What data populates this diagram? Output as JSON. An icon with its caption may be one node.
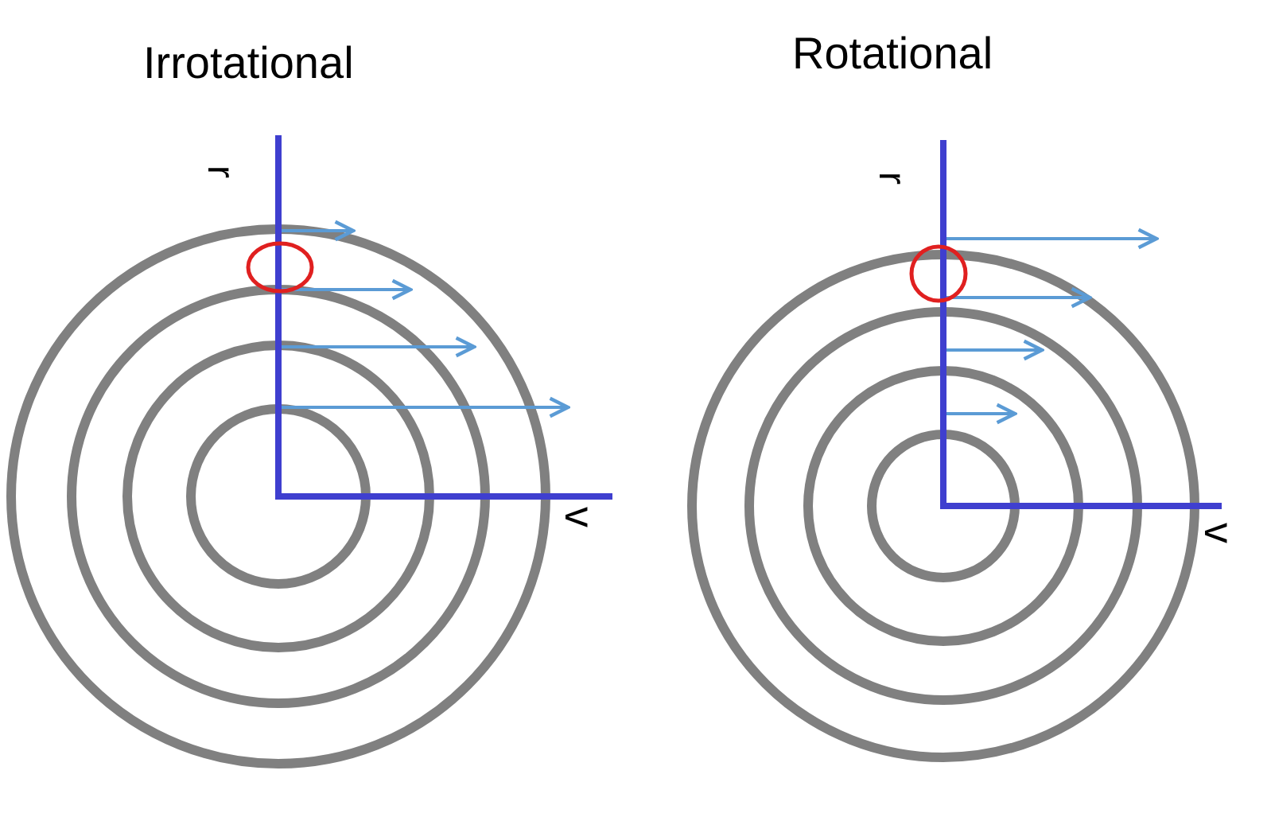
{
  "diagram": {
    "labels": [
      "Irrotational",
      "Rotational",
      "r",
      "v",
      "r",
      "v"
    ]
  }
}
